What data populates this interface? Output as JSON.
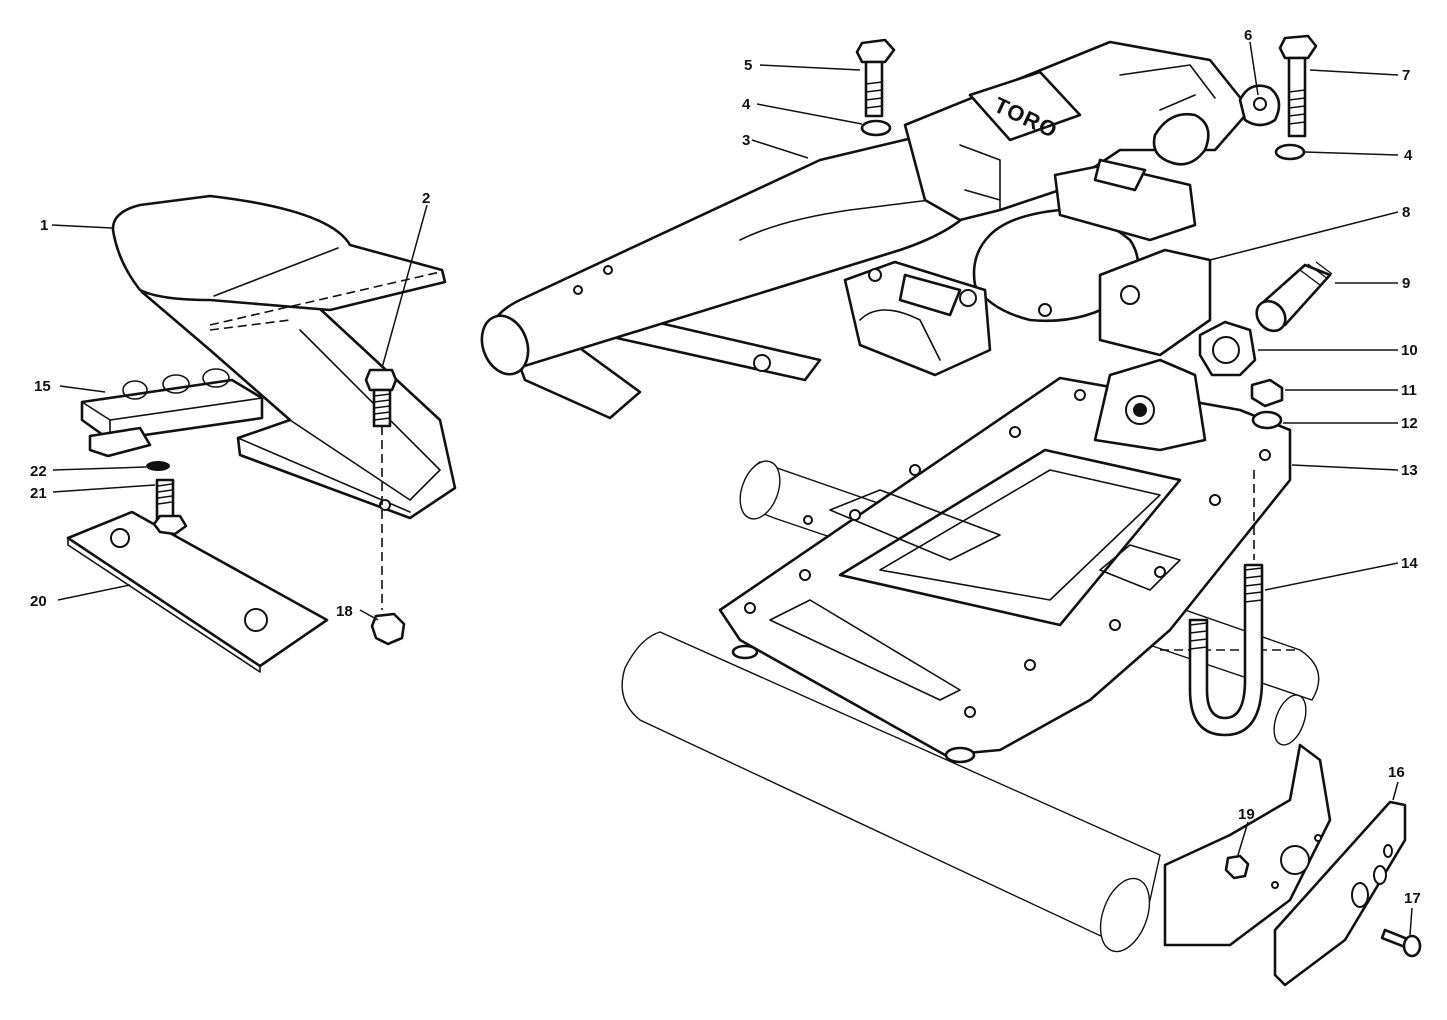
{
  "logo": {
    "text": "TORO"
  },
  "callouts": [
    {
      "id": "c1",
      "label": "1"
    },
    {
      "id": "c2",
      "label": "2"
    },
    {
      "id": "c3",
      "label": "3"
    },
    {
      "id": "c4a",
      "label": "4"
    },
    {
      "id": "c4b",
      "label": "4"
    },
    {
      "id": "c5",
      "label": "5"
    },
    {
      "id": "c6",
      "label": "6"
    },
    {
      "id": "c7",
      "label": "7"
    },
    {
      "id": "c8",
      "label": "8"
    },
    {
      "id": "c9",
      "label": "9"
    },
    {
      "id": "c10",
      "label": "10"
    },
    {
      "id": "c11",
      "label": "11"
    },
    {
      "id": "c12",
      "label": "12"
    },
    {
      "id": "c13",
      "label": "13"
    },
    {
      "id": "c14",
      "label": "14"
    },
    {
      "id": "c15",
      "label": "15"
    },
    {
      "id": "c16",
      "label": "16"
    },
    {
      "id": "c17",
      "label": "17"
    },
    {
      "id": "c18",
      "label": "18"
    },
    {
      "id": "c19",
      "label": "19"
    },
    {
      "id": "c20",
      "label": "20"
    },
    {
      "id": "c21",
      "label": "21"
    },
    {
      "id": "c22",
      "label": "22"
    }
  ]
}
